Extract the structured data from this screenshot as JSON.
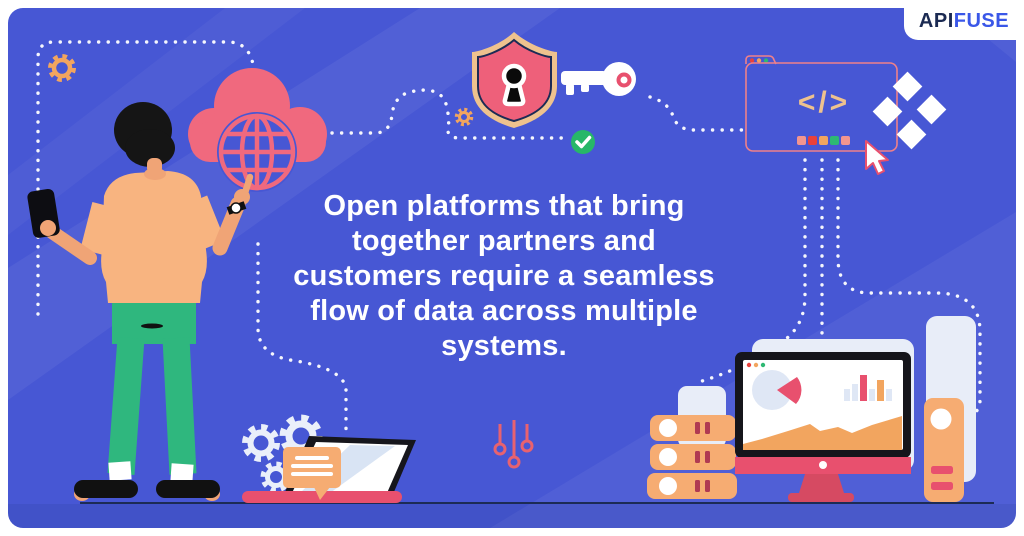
{
  "brand": {
    "logo_part1": "API",
    "logo_part2": "FUSE"
  },
  "headline": {
    "full_text": "Open platforms that bring together partners and customers require a seamless flow of data across multiple systems.",
    "lines": [
      "Open platforms that bring",
      "together partners and",
      "customers require a seamless",
      "flow of data across multiple",
      "systems."
    ]
  },
  "code_window": {
    "glyph": "</>"
  },
  "illustration": {
    "icons": [
      "gear-icon",
      "cloud-icon",
      "globe-icon",
      "shield-lock-icon",
      "key-icon",
      "check-icon",
      "code-window-icon",
      "mouse-cursor-icon",
      "diamond-tiles-icon",
      "server-stack-icon",
      "monitor-icon",
      "pie-chart-icon",
      "bar-chart-icon",
      "area-chart-icon",
      "speech-bubble-icon",
      "laptop-icon",
      "tower-pc-icon",
      "connector-pins-icon",
      "person-figure"
    ]
  },
  "colors": {
    "canvas_blue": "#4757d4",
    "frame_white": "#ffffff",
    "pink": "#f0697e",
    "red_pink": "#e8506e",
    "orange": "#f6ac72",
    "tan": "#eec28e",
    "green_pants": "#2fb77e",
    "check_green": "#27b768",
    "navy": "#1c2b55",
    "logo_api_navy": "#1b2a52",
    "logo_fuse_blue": "#3a57e8",
    "light_panel": "#e8edf8"
  }
}
